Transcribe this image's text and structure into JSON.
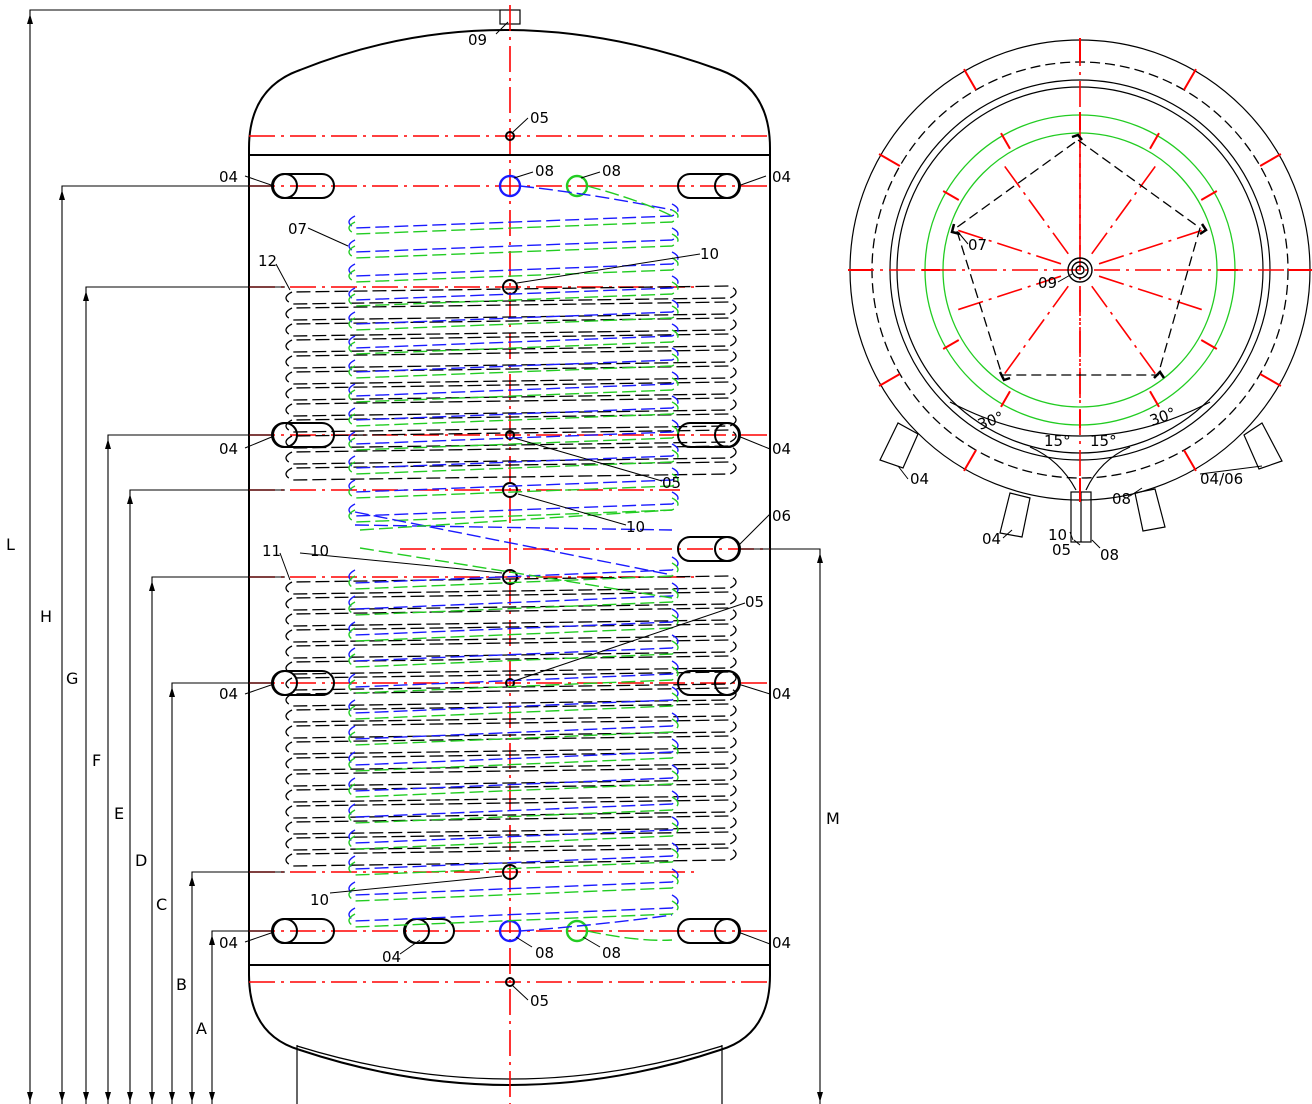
{
  "diagram": {
    "front_labels": {
      "top_port": "09",
      "sensor_top": "05",
      "sensor_middle": "05",
      "sensor_low": "05",
      "sensor_bottom": "05",
      "flange_top_left": "04",
      "flange_top_right": "04",
      "flange_mid_left": "04",
      "flange_mid_right": "04",
      "flange_low_left": "04",
      "flange_low_right": "04",
      "flange_bottom_left": "04",
      "flange_bottom_right": "04",
      "flange_bottom_extra": "04",
      "coil_top_blue": "08",
      "coil_top_green": "08",
      "coil_bottom_blue": "08",
      "coil_bottom_green": "08",
      "anode": "07",
      "port_10_a": "10",
      "port_10_b": "10",
      "port_10_c": "10",
      "port_10_d": "10",
      "side_port": "06",
      "coil_upper": "12",
      "coil_lower": "11"
    },
    "dimension_labels": [
      "L",
      "H",
      "G",
      "F",
      "E",
      "D",
      "C",
      "B",
      "A",
      "M"
    ],
    "top_view_labels": {
      "center": "09",
      "anode": "07",
      "angle_30_left": "30°",
      "angle_15_left": "15°",
      "angle_15_right": "15°",
      "angle_30_right": "30°",
      "nozzle_left": "04",
      "nozzle_bottom_left": "04",
      "nozzle_10": "10",
      "nozzle_05": "05",
      "nozzle_08_center": "08",
      "nozzle_08_right": "08",
      "nozzle_right": "04/06"
    }
  }
}
